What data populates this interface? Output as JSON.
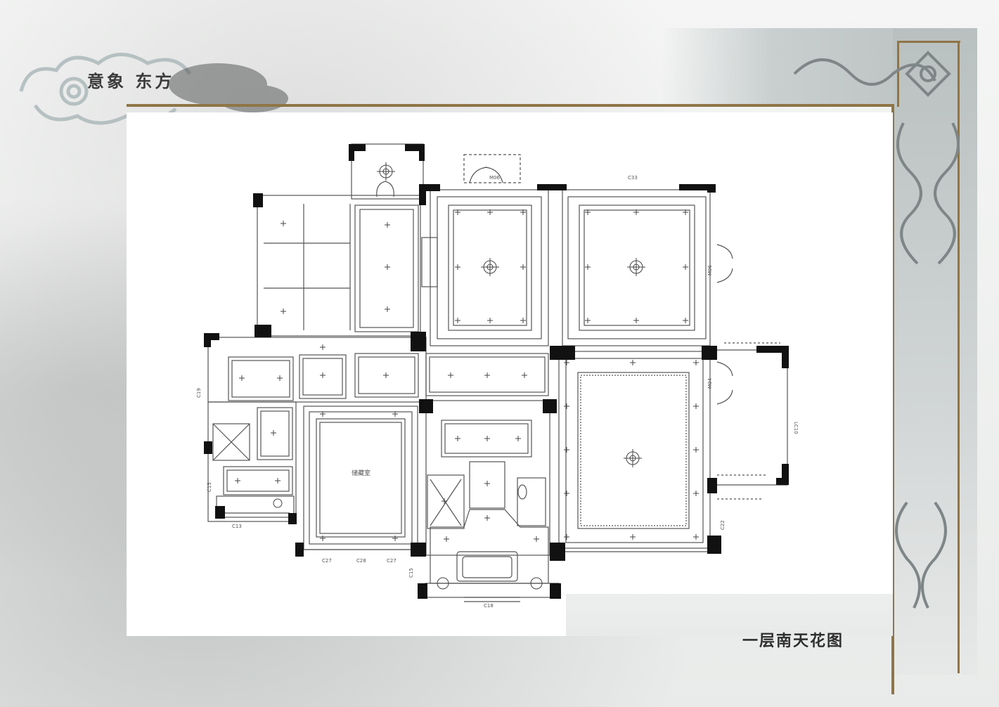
{
  "header": {
    "title": "意象 东方"
  },
  "drawing": {
    "caption": "一层南天花图",
    "labels": {
      "c33": "C33",
      "m06_top": "M06",
      "m06_right": "M06",
      "m04": "M04",
      "lc10": "LC10",
      "c19": "C19",
      "c15_left": "C15",
      "c15_bottom": "C15",
      "c13": "C13",
      "c27_left": "C27",
      "c28": "C28",
      "c27_right": "C27",
      "c18": "C18",
      "c22": "C22",
      "room_mark": "储藏室"
    }
  },
  "colors": {
    "wall": "#111111",
    "line": "#555555",
    "frame_gold": "#8f7547",
    "marble": "#c2c8c8"
  }
}
